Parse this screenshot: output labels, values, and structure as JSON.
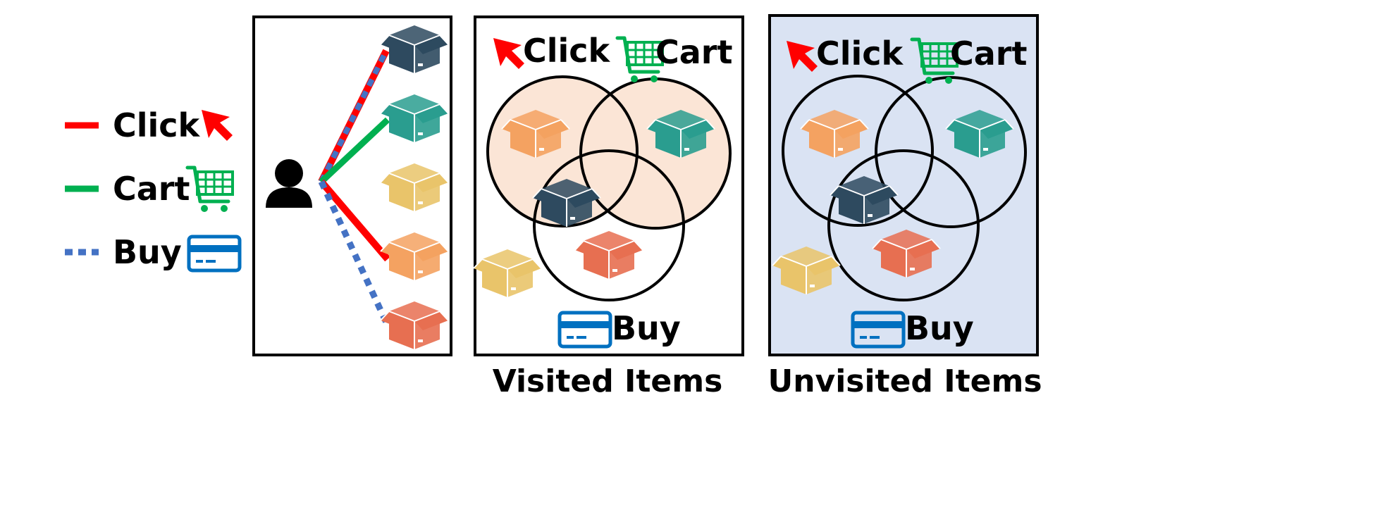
{
  "legend": {
    "items": [
      {
        "label": "Click",
        "line_color": "#ff0000",
        "icon": "cursor-arrow-icon",
        "icon_color": "#ff0000"
      },
      {
        "label": "Cart",
        "line_color": "#00b050",
        "icon": "shopping-cart-icon",
        "icon_color": "#00b050"
      },
      {
        "label": "Buy",
        "line_color": "#4472c4",
        "icon": "credit-card-icon",
        "icon_color": "#0070c0"
      }
    ]
  },
  "panels": {
    "visited": {
      "caption": "Visited Items",
      "click_label": "Click",
      "cart_label": "Cart",
      "buy_label": "Buy",
      "fill": "#fbe5d6"
    },
    "unvisited": {
      "caption": "Unvisited Items",
      "click_label": "Click",
      "cart_label": "Cart",
      "buy_label": "Buy",
      "background": "#dae3f3"
    }
  },
  "colors": {
    "box_navy": "#2e4a5f",
    "box_teal": "#2a9d8f",
    "box_yellow": "#e9c46a",
    "box_orange": "#f4a261",
    "box_red": "#e76f51"
  },
  "icons": [
    "user-icon",
    "package-box-icon"
  ]
}
